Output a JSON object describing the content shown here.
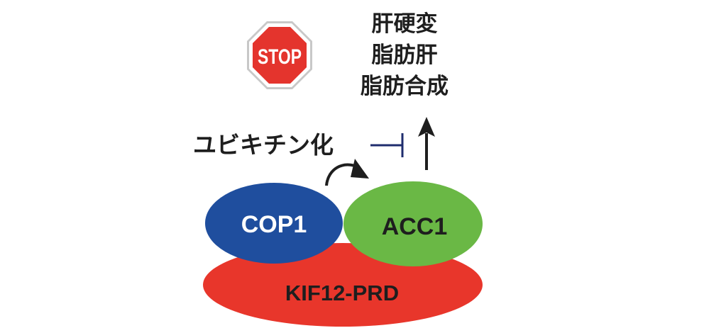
{
  "stop_sign": {
    "text": "STOP",
    "fill": "#e4342d",
    "border": "#ffffff"
  },
  "outcomes": [
    "肝硬変",
    "脂肪肝",
    "脂肪合成"
  ],
  "ubiquitination_label": "ユビキチン化",
  "proteins": {
    "cop1": {
      "label": "COP1",
      "fill": "#1f4e9e",
      "text_color": "#ffffff"
    },
    "acc1": {
      "label": "ACC1",
      "fill": "#6ab845",
      "text_color": "#1e1e1e"
    },
    "kif12": {
      "label": "KIF12-PRD",
      "fill": "#e8362b",
      "text_color": "#1e1e1e"
    }
  },
  "colors": {
    "inhibition_line": "#1f2d6e",
    "arrow": "#1e1e1e"
  }
}
